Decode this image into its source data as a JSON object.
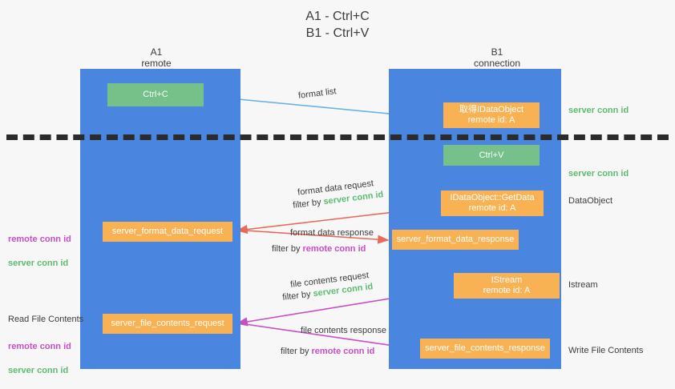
{
  "title": "A1 - Ctrl+C\nB1 - Ctrl+V",
  "lanes": {
    "a": {
      "header": "A1\nremote"
    },
    "b": {
      "header": "B1\nconnection"
    }
  },
  "colors": {
    "lane": "#4a86e0",
    "green_node": "#76c189",
    "orange_node": "#f9b253",
    "server_conn": "#5dbb72",
    "remote_conn": "#c64fc6",
    "arrow_blue": "#67b3e8",
    "arrow_red": "#e86a5a",
    "arrow_magenta": "#c64fc6",
    "arrow_dark": "#1f2a36",
    "separator": "#2b2b2b",
    "background": "#f7f7f7"
  },
  "nodes": {
    "ctrl_c": "Ctrl+C",
    "get_idataobject": "取得IDataObject\nremote id: A",
    "ctrl_v": "Ctrl+V",
    "idataobject_getdata": "IDataObject::GetData\nremote id: A",
    "istream": "IStream\nremote id: A",
    "server_format_data_request": "server_format_data_request",
    "server_format_data_response": "server_format_data_response",
    "server_file_contents_request": "server_file_contents_request",
    "server_file_contents_response": "server_file_contents_response"
  },
  "edge_labels": {
    "format_list": "format list",
    "format_data_request": "format data request",
    "format_data_request_filter_prefix": "filter by ",
    "format_data_request_filter_value": "server conn id",
    "format_data_response": "format data response",
    "format_data_response_filter_prefix": "filter by ",
    "format_data_response_filter_value": "remote conn id",
    "file_contents_request": "file contents request",
    "file_contents_request_filter_prefix": "filter by ",
    "file_contents_request_filter_value": "server conn id",
    "file_contents_response": "file contents response",
    "file_contents_response_filter_prefix": "filter by ",
    "file_contents_response_filter_value": "remote conn id"
  },
  "annotations": {
    "right": {
      "server_conn_top": "server conn id",
      "server_conn_second": "server conn id",
      "dataobject": "DataObject",
      "istream": "Istream",
      "write_file_contents": "Write File Contents"
    },
    "left": {
      "remote_conn_id": "remote conn id",
      "server_conn_id": "server conn id",
      "read_file_contents": "Read File Contents",
      "remote_conn_id_2": "remote conn id",
      "server_conn_id_2": "server conn id"
    }
  }
}
